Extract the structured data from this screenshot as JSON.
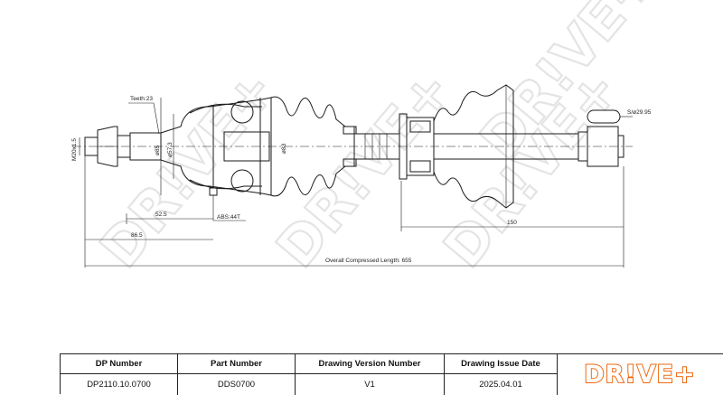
{
  "watermark": {
    "text": "DR!VE+"
  },
  "dimensions": {
    "teeth": "Teeth:23",
    "thread": "M20x1.5",
    "d85": "ø85",
    "d57": "ø57.3",
    "d83": "ø83",
    "abs": "ABS:44T",
    "d52": "52.5",
    "d86": "86.5",
    "d150": "150",
    "d29": "S/ø29.95",
    "overall": "Overall  Compressed  Length: 655"
  },
  "title_block": {
    "headers": [
      "DP Number",
      "Part Number",
      "Drawing Version Number",
      "Drawing Issue Date"
    ],
    "values": [
      "DP2110.10.0700",
      "DDS0700",
      "V1",
      "2025.04.01"
    ]
  },
  "logo": {
    "text": "DR!VE+",
    "color": "#ee6a12"
  }
}
